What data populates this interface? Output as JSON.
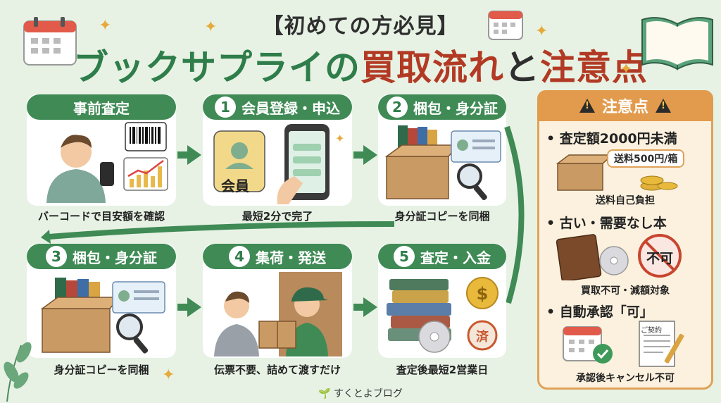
{
  "title": {
    "top": "【初めての方必見】",
    "main_part1": "ブックサプライの",
    "main_part2": "買取流れ",
    "main_part3": "と",
    "main_part4": "注意点"
  },
  "steps": [
    {
      "num": "",
      "label": "事前査定",
      "caption": "バーコードで目安額を確認"
    },
    {
      "num": "1",
      "label": "会員登録・申込",
      "caption": "最短2分で完了",
      "badge": "会員"
    },
    {
      "num": "2",
      "label": "梱包・身分証",
      "caption": "身分証コピーを同梱"
    },
    {
      "num": "3",
      "label": "梱包・身分証",
      "caption": "身分証コピーを同梱"
    },
    {
      "num": "4",
      "label": "集荷・発送",
      "caption": "伝票不要、詰めて渡すだけ"
    },
    {
      "num": "5",
      "label": "査定・入金",
      "caption": "査定後最短2営業日",
      "stamp": "済"
    }
  ],
  "notes": {
    "header": "注意点",
    "items": [
      {
        "title": "査定額2000円未満",
        "tag": "送料500円/箱",
        "caption": "送料自己負担"
      },
      {
        "title": "古い・需要なし本",
        "stamp": "不可",
        "caption": "買取不可・減額対象"
      },
      {
        "title": "自動承認「可」",
        "doc": "ご契約",
        "caption": "承認後キャンセル不可"
      }
    ]
  },
  "footer": "すくとよブログ",
  "colors": {
    "green": "#3f8a55",
    "red": "#b23a24",
    "orange": "#e29b4d",
    "background": "#e7f2e4"
  }
}
